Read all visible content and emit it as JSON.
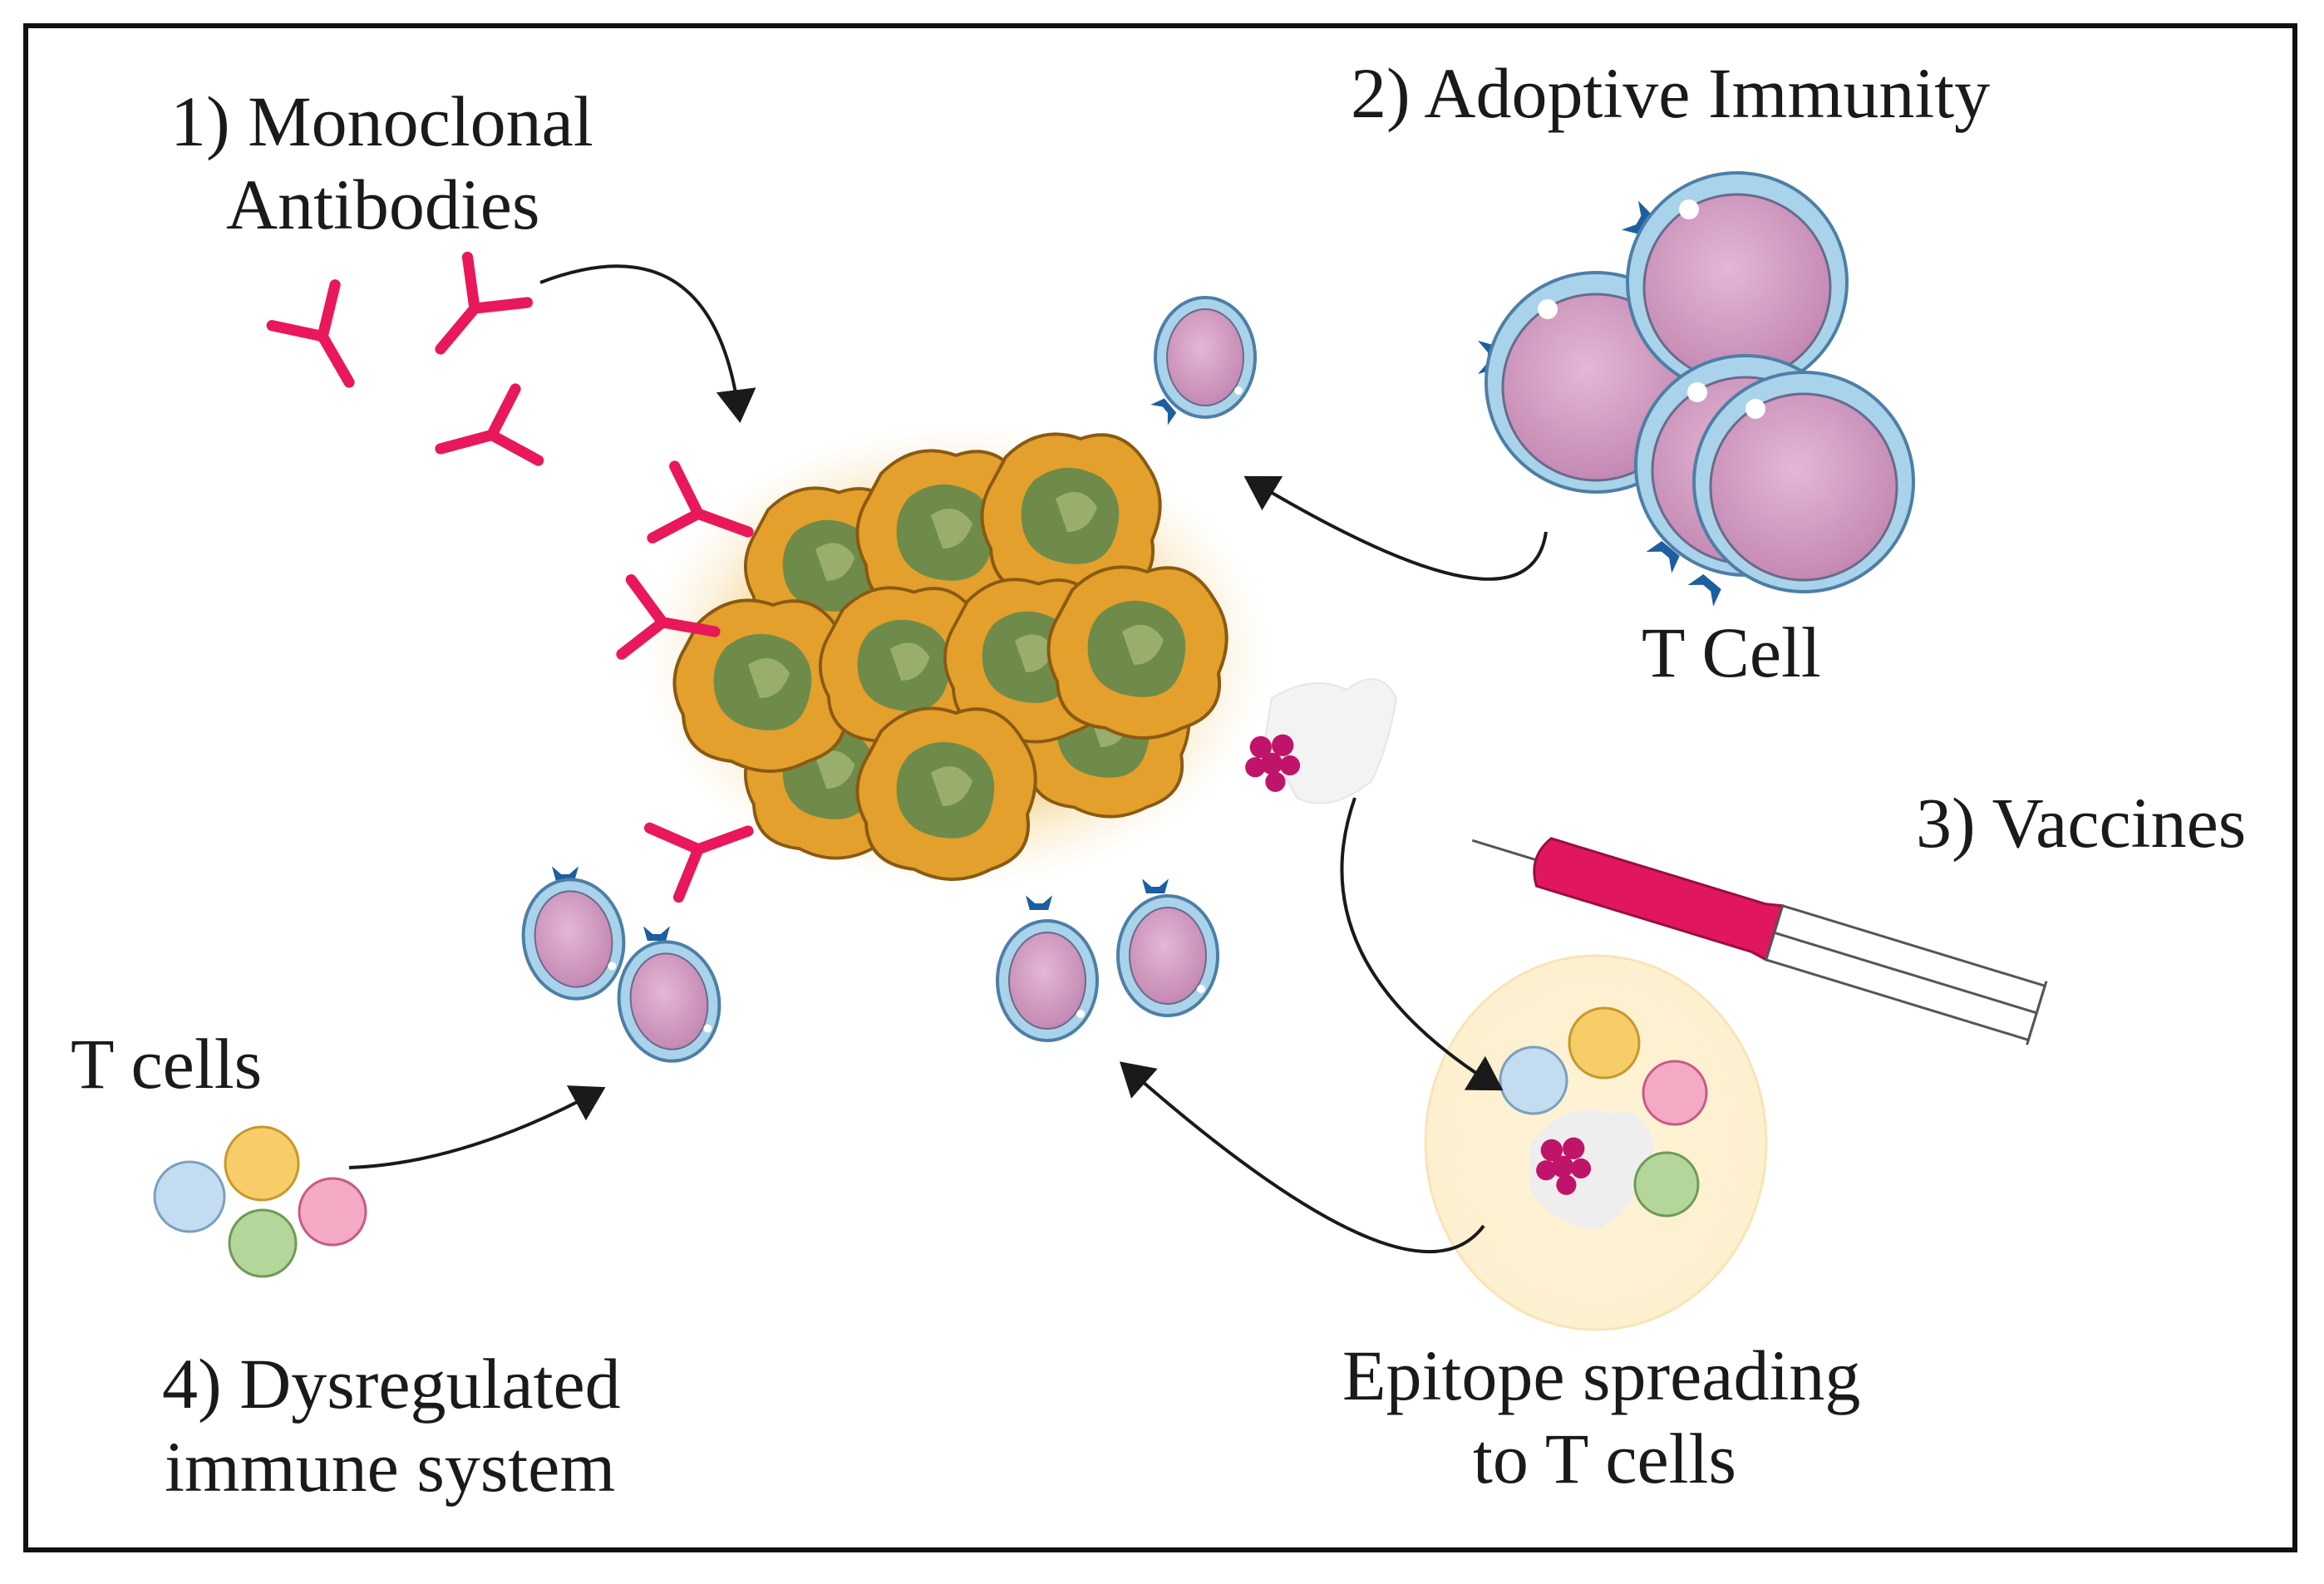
{
  "labels": {
    "monoclonal_line1": "1) Monoclonal",
    "monoclonal_line2": "Antibodies",
    "adoptive": "2) Adoptive Immunity",
    "t_cell": "T Cell",
    "vaccines": "3) Vaccines",
    "t_cells": "T cells",
    "dysregulated_line1": "4) Dysregulated",
    "dysregulated_line2": "immune system",
    "epitope_line1": "Epitope spreading",
    "epitope_line2": "to T cells"
  },
  "colors": {
    "antibody": "#e8185a",
    "tumor_cell": "#e0a12a",
    "tumor_nucleus": "#6f8a4a",
    "tcell_body": "#cf9ac0",
    "tcell_membrane": "#a9d3ea",
    "receptor": "#1b5fa0",
    "syringe": "#e0175f",
    "epitope": "#c0146a"
  }
}
